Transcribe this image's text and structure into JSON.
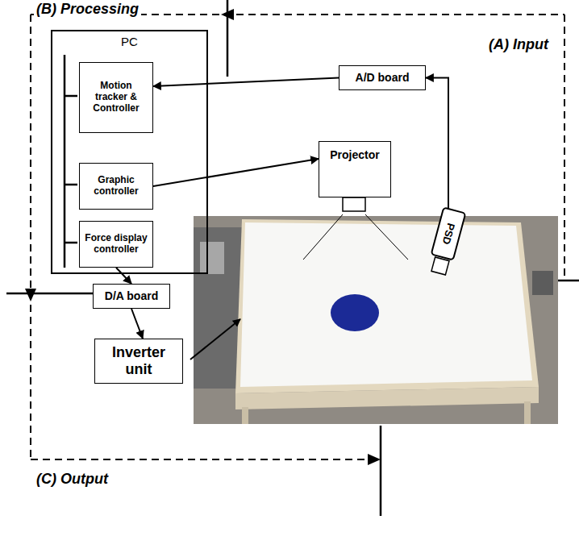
{
  "diagram": {
    "nodes": [
      {
        "text": [
          "PC"
        ]
      },
      {
        "text": [
          "Motion tracker & Controller"
        ],
        "in": 0
      },
      {
        "text": [
          "Graphic controller"
        ],
        "in": 0
      },
      {
        "text": [
          "Force display controller"
        ],
        "in": 0
      },
      {
        "text": [
          "A/D board"
        ]
      },
      {
        "text": [
          "Projector"
        ]
      },
      {
        "text": [
          "PSD"
        ]
      },
      {
        "text": [
          "D/A board"
        ]
      },
      {
        "text": [
          "Inverter unit"
        ]
      }
    ],
    "edges": [
      {
        "from": 4,
        "to": 1,
        "arrow": "to"
      },
      {
        "from": 6,
        "to": 4,
        "arrow": "to"
      },
      {
        "from": 2,
        "to": 5,
        "arrow": "to"
      },
      {
        "from": 3,
        "to": 7,
        "arrow": "to"
      },
      {
        "from": 7,
        "to": 8,
        "arrow": "to"
      }
    ],
    "labels": [
      "(B) Processing",
      "(A) Input",
      "(C) Output"
    ]
  }
}
